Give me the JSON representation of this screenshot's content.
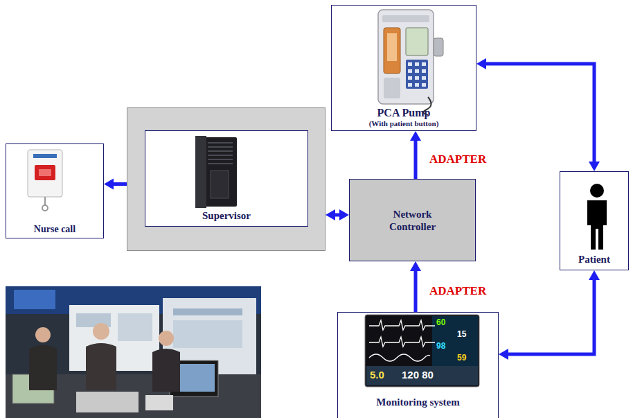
{
  "diagram": {
    "nodes": [
      {
        "text": [
          "PCA Pump",
          "(With patient button)"
        ]
      },
      {
        "text": [
          "Nurse call"
        ]
      },
      {
        "text": [
          "Supervisor"
        ]
      },
      {
        "text": [
          "Network Controller"
        ]
      },
      {
        "text": [
          "Patient"
        ]
      },
      {
        "text": [
          "Monitoring system"
        ]
      }
    ],
    "edges": [
      {
        "from": 2,
        "to": 1,
        "arrow": "to"
      },
      {
        "from": 2,
        "to": 3,
        "arrow": "both"
      },
      {
        "from": 3,
        "to": 0,
        "arrow": "to",
        "label": "ADAPTER"
      },
      {
        "from": 5,
        "to": 3,
        "arrow": "to",
        "label": "ADAPTER"
      },
      {
        "from": 0,
        "to": 4,
        "arrow": "both"
      },
      {
        "from": 5,
        "to": 4,
        "arrow": "both"
      }
    ],
    "labels": [
      "60",
      "15",
      "98",
      "59",
      "5.0",
      "120 80"
    ]
  }
}
